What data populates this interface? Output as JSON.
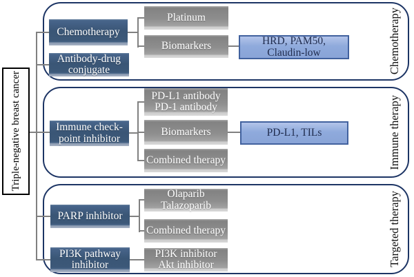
{
  "diagram": {
    "root": {
      "label": "Triple-negative breast cancer"
    },
    "groups": [
      {
        "side_label": "Chemotherapy",
        "nodes": {
          "chemotherapy": "Chemotherapy",
          "antibody_drug_conjugate": "Antibody-drug conjugate",
          "platinum": "Platinum",
          "biomarkers": "Biomarkers",
          "biomarker_values": "HRD, PAM50, Claudin-low"
        }
      },
      {
        "side_label": "Immune therapy",
        "nodes": {
          "immune_checkpoint_inhibitor": "Immune check-point inhibitor",
          "pd_antibodies": "PD-L1 antibody PD-1 antibody",
          "biomarkers": "Biomarkers",
          "combined_therapy": "Combined therapy",
          "biomarker_values": "PD-L1, TILs"
        }
      },
      {
        "side_label": "Targeted therapy",
        "nodes": {
          "parp_inhibitor": "PARP inhibitor",
          "parp_drugs": "Olaparib Talazoparib",
          "combined_therapy": "Combined therapy",
          "pi3k_pathway_inhibitor": "PI3K pathway inhibitor",
          "pi3k_drugs": "PI3K inhibitor Akt inhibitor"
        }
      }
    ],
    "colors": {
      "group_border": "#1c3464",
      "primary_node": "#3a5676",
      "secondary_node": "#8e8e8e",
      "highlight_node_fill": "#8faadc",
      "highlight_node_border": "#41619e",
      "connector": "#808080"
    }
  }
}
